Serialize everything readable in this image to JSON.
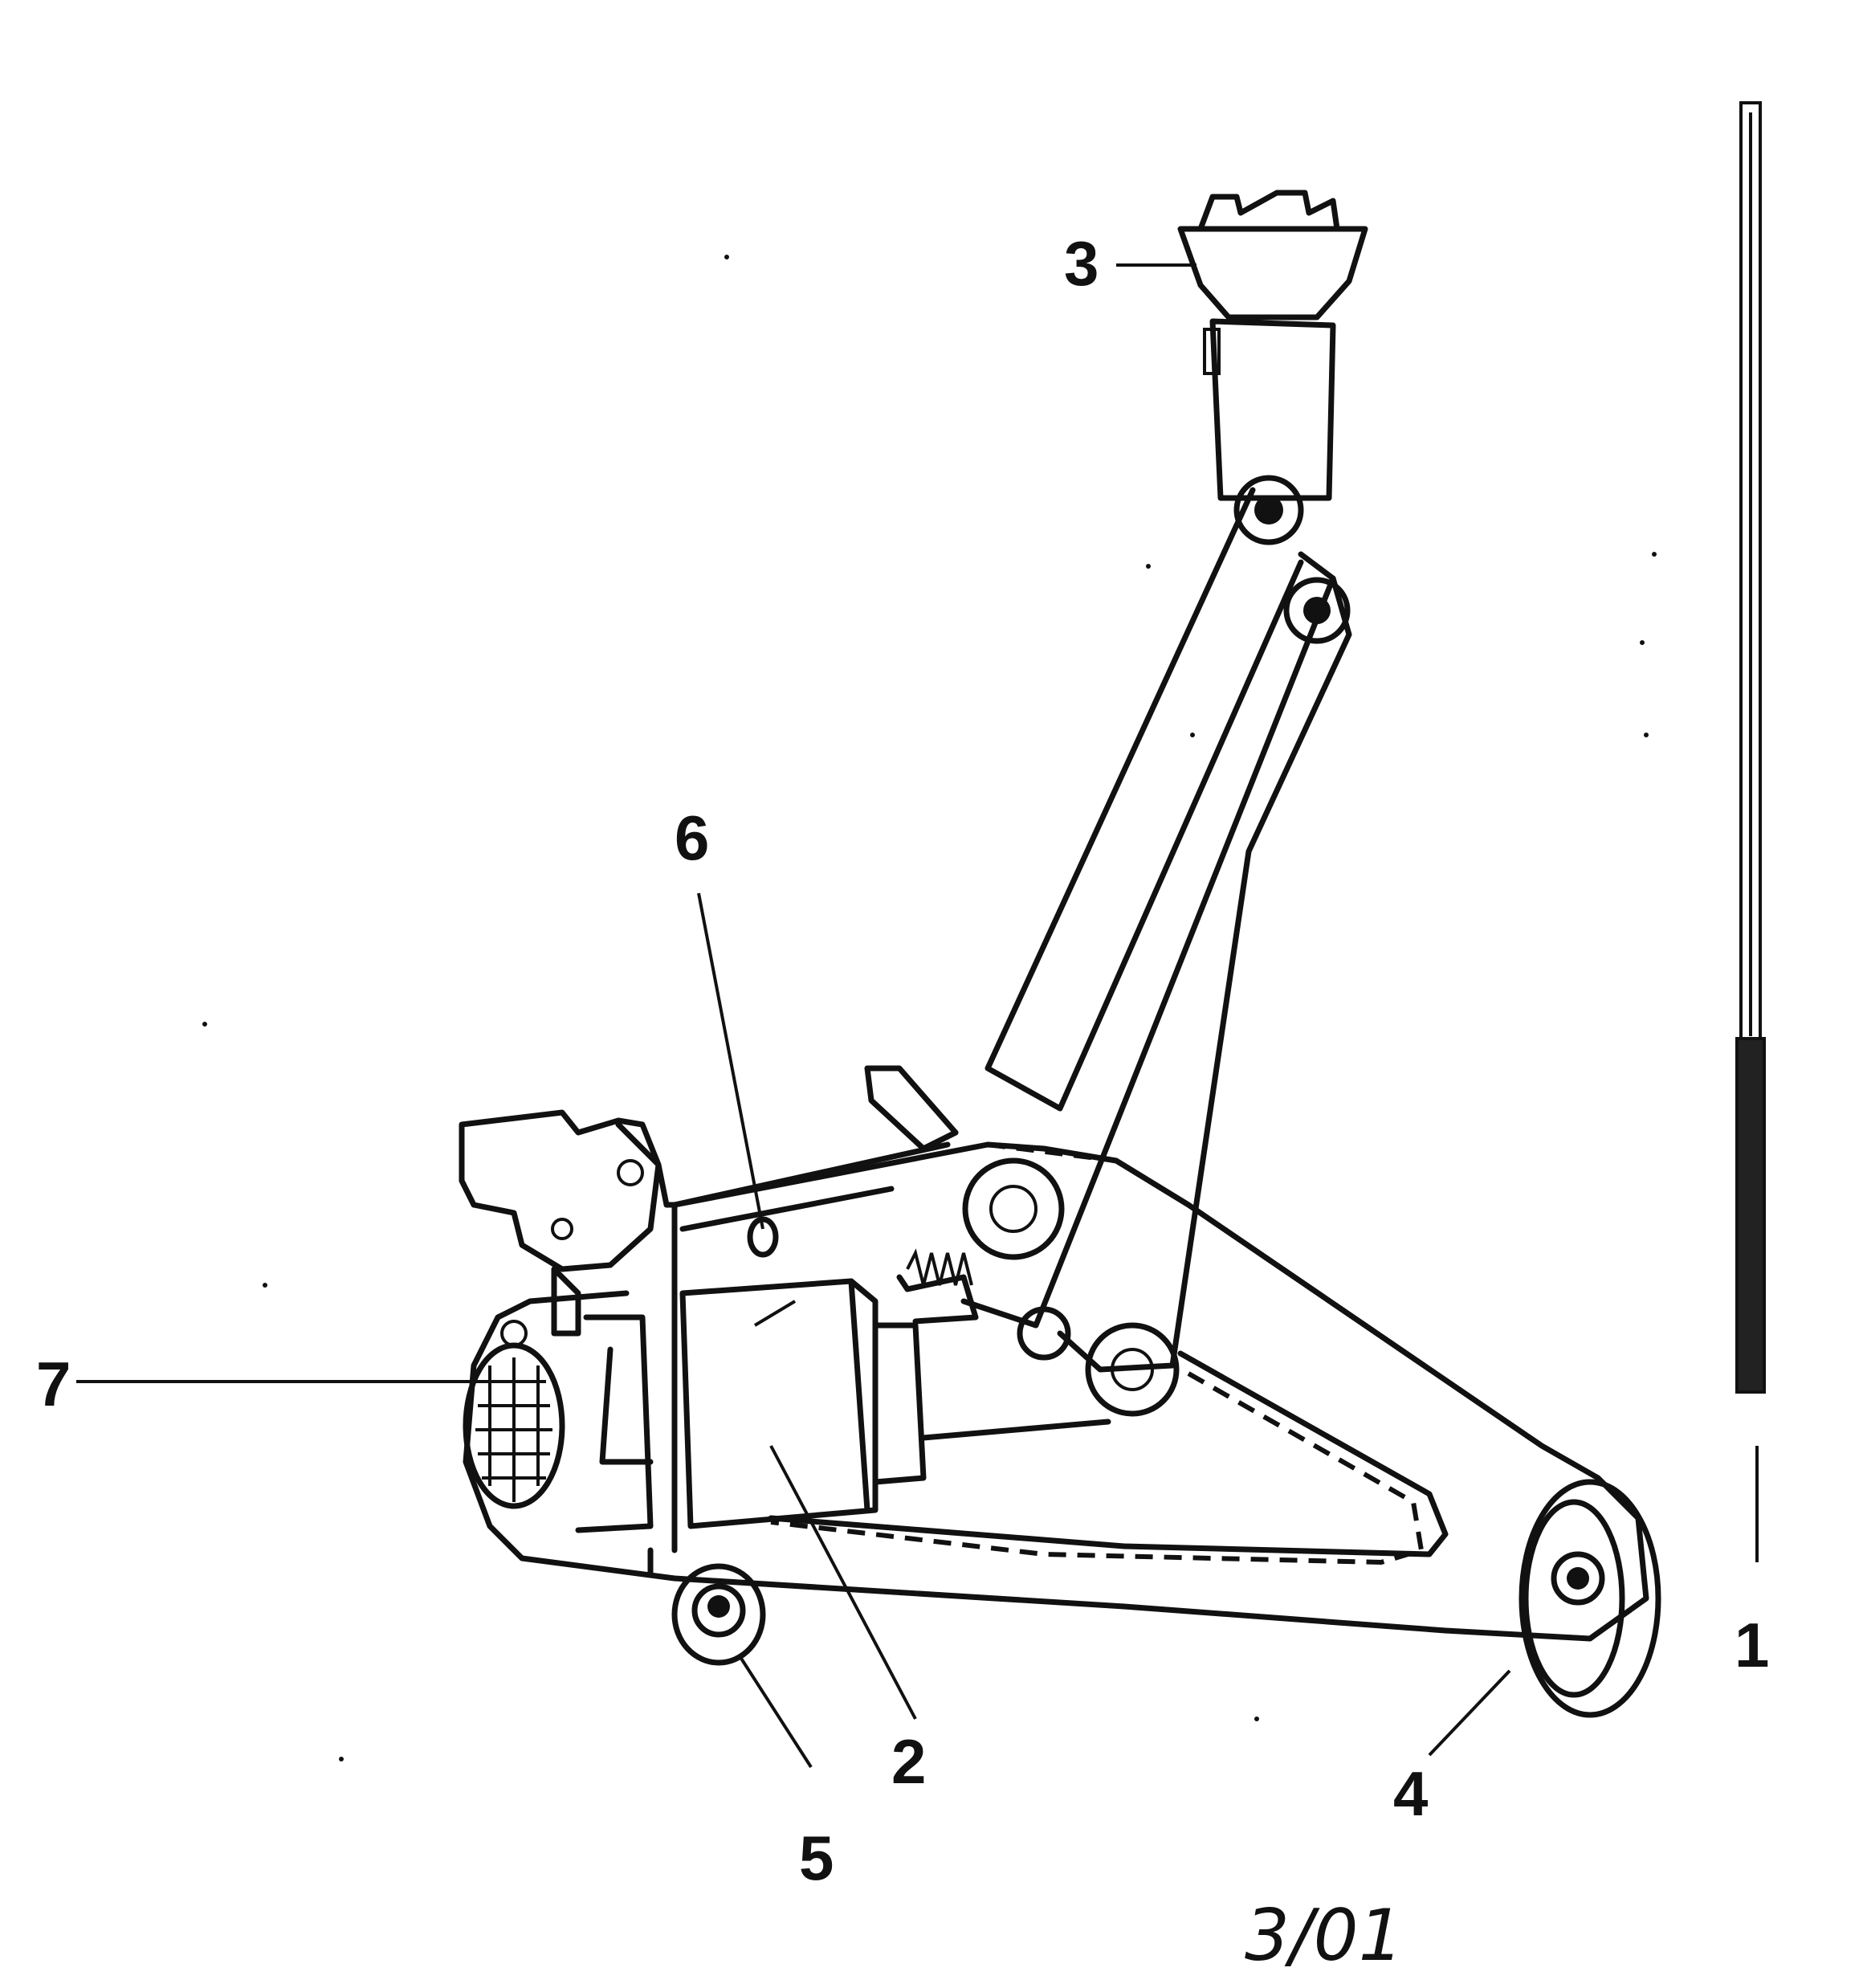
{
  "figure": {
    "callouts": [
      {
        "id": "1",
        "label": "1"
      },
      {
        "id": "2",
        "label": "2"
      },
      {
        "id": "3",
        "label": "3"
      },
      {
        "id": "4",
        "label": "4"
      },
      {
        "id": "5",
        "label": "5"
      },
      {
        "id": "6",
        "label": "6"
      },
      {
        "id": "7",
        "label": "7"
      }
    ],
    "sheet_number": "3/01"
  }
}
